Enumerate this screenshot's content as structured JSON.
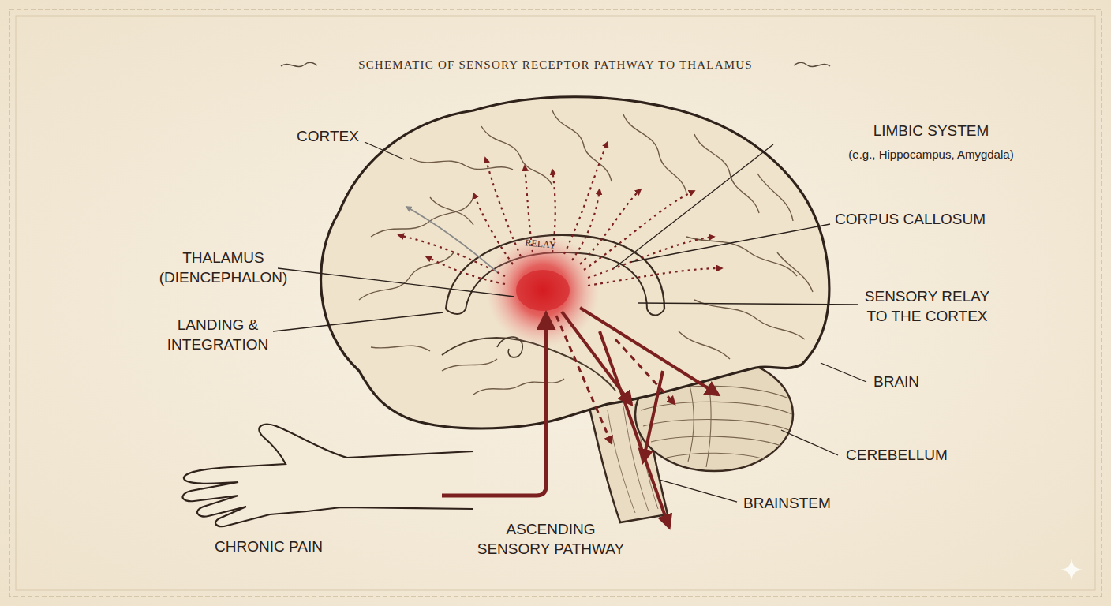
{
  "diagram": {
    "title": "SCHEMATIC OF SENSORY RECEPTOR PATHWAY TO THALAMUS",
    "labels": [
      "CORTEX",
      "LIMBIC SYSTEM",
      "(e.g., Hippocampus, Amygdala)",
      "CORPUS CALLOSUM",
      "RELAY",
      "THALAMUS (DIENCEPHALON)",
      "SENSORY RELAY TO THE CORTEX",
      "LANDING & INTEGRATION",
      "BRAIN",
      "CEREBELLUM",
      "BRAINSTEM",
      "ASCENDING SENSORY PATHWAY",
      "CHRONIC PAIN"
    ]
  }
}
